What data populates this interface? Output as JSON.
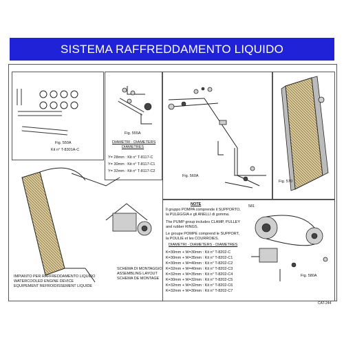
{
  "header": {
    "title": "SISTEMA RAFFREDDAMENTO LIQUIDO"
  },
  "fig550a": {
    "label": "Fig. 550A",
    "kit": "Kit n° T-8301A-C"
  },
  "fig555a": {
    "label": "Fig. 555A",
    "heading1": "DIAMETRI - DIAMETERS",
    "heading2": "DIAMETRES",
    "rows": [
      "Y= 28mm : Kit n° T-8117-C",
      "Y= 30mm : Kit n° T-8117-C1",
      "Y= 32mm : Kit n° T-8117-C2"
    ]
  },
  "fig560a": {
    "label": "Fig. 560A"
  },
  "fig570": {
    "label": "Fig. 570"
  },
  "installation": {
    "caption": [
      "IMPIANTO PER RAFFREDDAMENTO LIQUIDO",
      "WATERCOOLED ENGINE DEVICE",
      "EQUIPEMENT REFROIDISSEMENT LIQUIDE"
    ],
    "assembly": [
      "SCHEMA DI MONTAGGIO",
      "ASSEMBLING LAYOUT",
      "SCHEMA DE MONTAGE"
    ]
  },
  "note": {
    "title": "NOTE",
    "it": [
      "Il gruppo POMPA comprende il SUPPORTO,",
      "la PULEGGIA e gli ANELLI di gomma."
    ],
    "en": [
      "The PUMP group includes CLAMP, PULLEY",
      "and rubber RINGS."
    ],
    "fr": [
      "Le groupe POMPE comprend le SUPPORT,",
      "la POULIE et les COURROIES."
    ]
  },
  "fig580a": {
    "label": "Fig. 580A",
    "part": "581",
    "heading": "DIAMETRI - DIAMETERS - DIAMETRES",
    "rows": [
      "K=30mm + W=30mm : Kit n° T-8202-C",
      "K=30mm + W=35mm : Kit n° T-8202-C1",
      "K=30mm + W=40mm : Kit n° T-8202-C2",
      "K=32mm + W=40mm : Kit n° T-8202-C3",
      "K=32mm + W=35mm : Kit n° T-8202-C4",
      "K=30mm + W=32mm : Kit n° T-8202-C5",
      "K=32mm + W=32mm : Kit n° T-8202-C6",
      "K=32mm + W=30mm : Kit n° T-8202-C7"
    ]
  },
  "footer": {
    "code": "CAT-244"
  }
}
